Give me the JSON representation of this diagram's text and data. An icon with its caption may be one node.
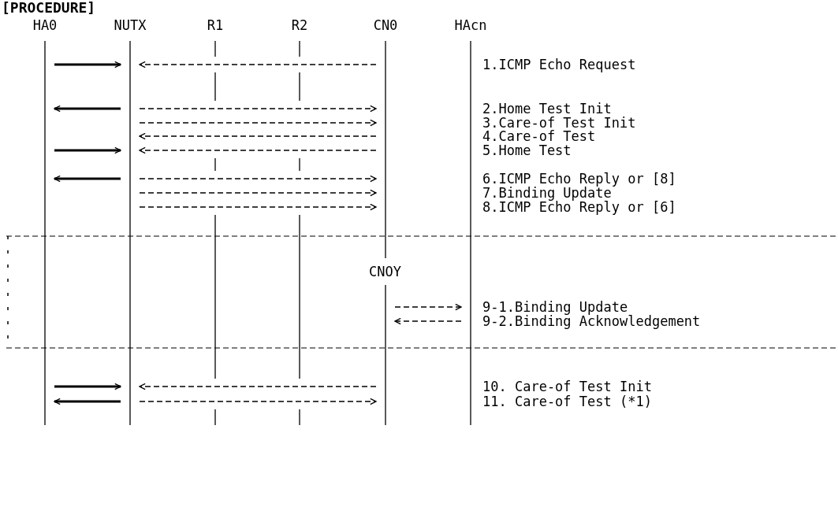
{
  "diagram": {
    "title": "[PROCEDURE]",
    "nodes": [
      {
        "text": [
          "HA0"
        ]
      },
      {
        "text": [
          "NUTX"
        ]
      },
      {
        "text": [
          "R1"
        ]
      },
      {
        "text": [
          "R2"
        ]
      },
      {
        "text": [
          "CN0"
        ]
      },
      {
        "text": [
          "HAcn"
        ]
      }
    ],
    "edges": [
      {
        "from": 0,
        "to": 1,
        "arrow": "to",
        "style": "thick"
      },
      {
        "from": 4,
        "to": 1,
        "arrow": "to",
        "style": "dashed"
      },
      {
        "from": 1,
        "to": 0,
        "arrow": "to",
        "style": "thick"
      },
      {
        "from": 1,
        "to": 4,
        "arrow": "to",
        "style": "dashed"
      },
      {
        "from": 1,
        "to": 4,
        "arrow": "to",
        "style": "dashed"
      },
      {
        "from": 4,
        "to": 1,
        "arrow": "to",
        "style": "dashed"
      },
      {
        "from": 0,
        "to": 1,
        "arrow": "to",
        "style": "thick"
      },
      {
        "from": 4,
        "to": 1,
        "arrow": "to",
        "style": "dashed"
      },
      {
        "from": 1,
        "to": 0,
        "arrow": "to",
        "style": "thick"
      },
      {
        "from": 1,
        "to": 4,
        "arrow": "to",
        "style": "dashed"
      },
      {
        "from": 1,
        "to": 4,
        "arrow": "to",
        "style": "dashed"
      },
      {
        "from": 1,
        "to": 4,
        "arrow": "to",
        "style": "dashed"
      },
      {
        "from": 4,
        "to": 5,
        "arrow": "to",
        "style": "dashed"
      },
      {
        "from": 5,
        "to": 4,
        "arrow": "to",
        "style": "dashed"
      },
      {
        "from": 0,
        "to": 1,
        "arrow": "to",
        "style": "thick"
      },
      {
        "from": 4,
        "to": 1,
        "arrow": "to",
        "style": "dashed"
      },
      {
        "from": 1,
        "to": 0,
        "arrow": "to",
        "style": "thick"
      },
      {
        "from": 1,
        "to": 4,
        "arrow": "to",
        "style": "dashed"
      }
    ],
    "labels": [
      "1.ICMP Echo Request",
      "2.Home Test Init",
      "3.Care-of Test Init",
      "4.Care-of Test",
      "5.Home Test",
      "6.ICMP Echo Reply or [8]",
      "7.Binding Update",
      "8.ICMP Echo Reply or [6]",
      "CNOY",
      "9-1.Binding Update",
      "9-2.Binding Acknowledgement",
      "10. Care-of Test Init",
      "11. Care-of Test (*1)"
    ]
  }
}
